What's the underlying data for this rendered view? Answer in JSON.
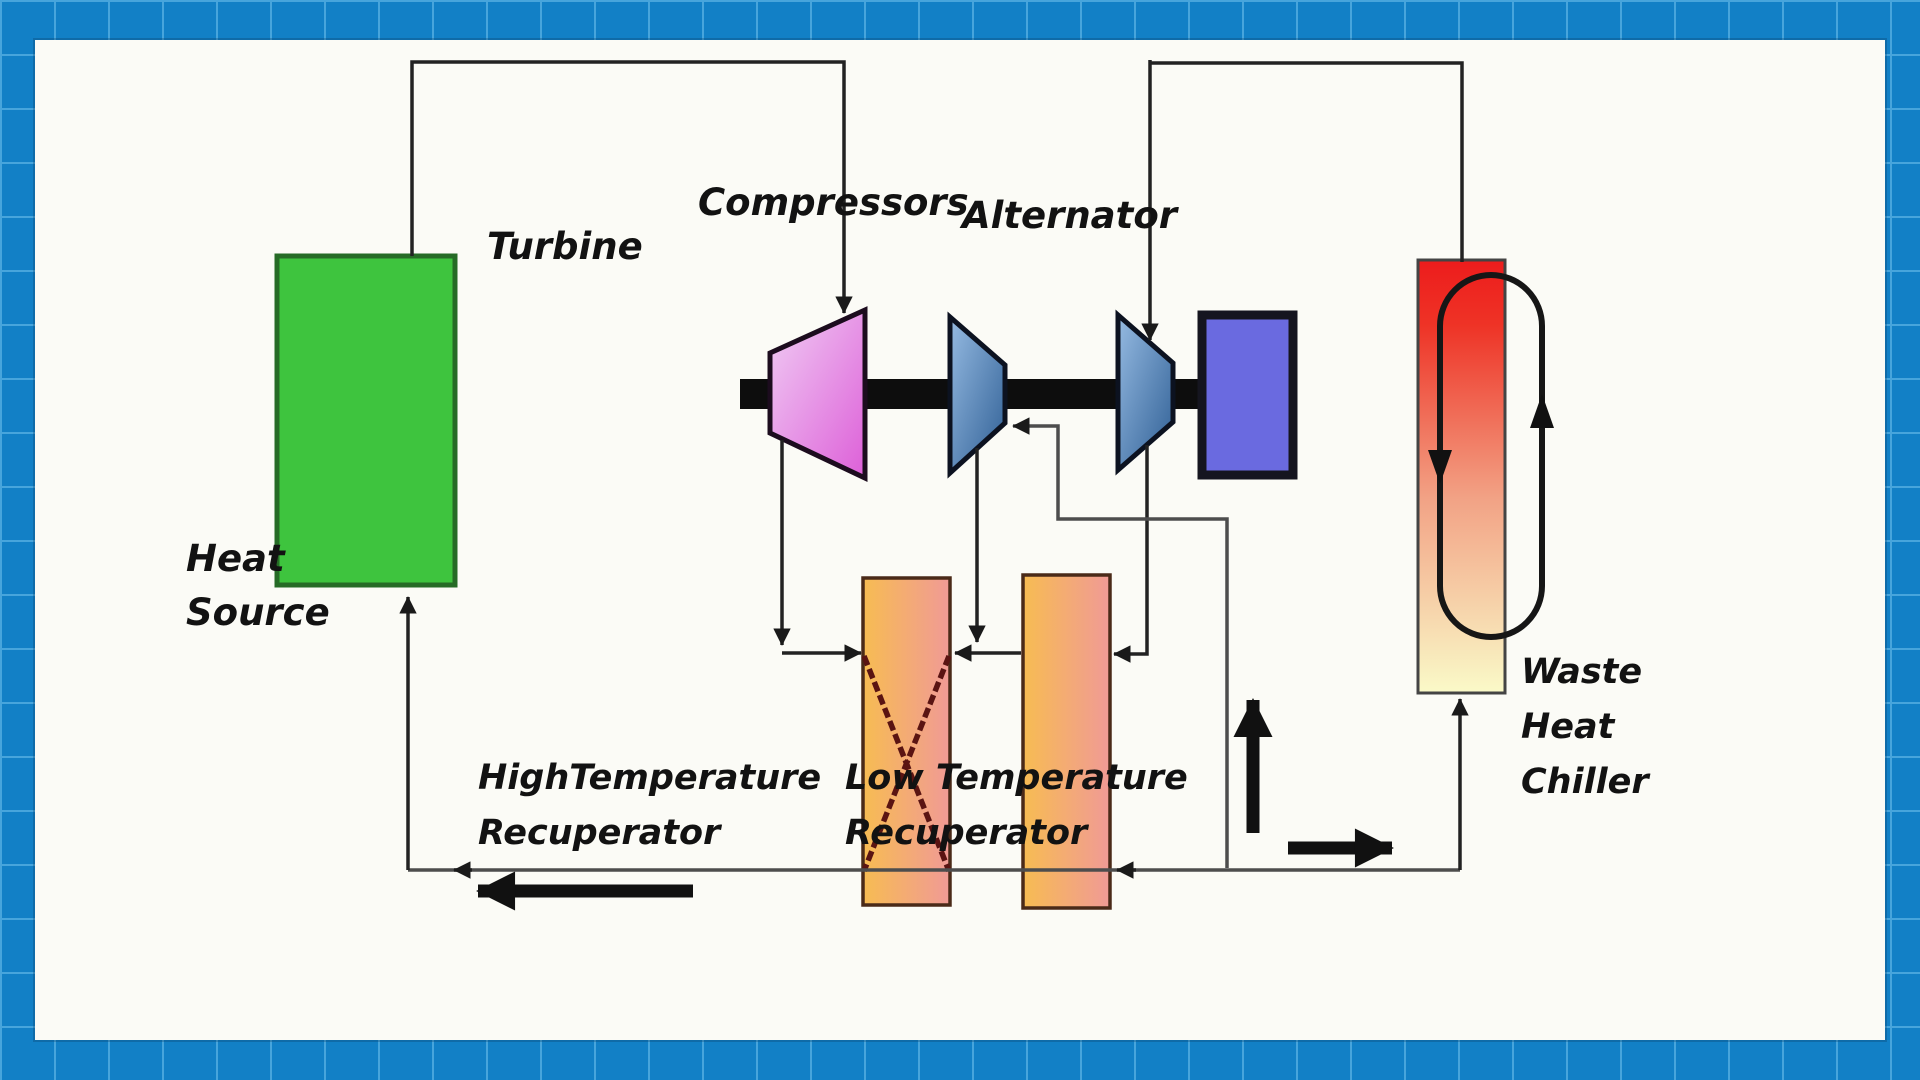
{
  "labels": {
    "turbine": "Turbine",
    "compressors": "Compressors",
    "alternator": "Alternator",
    "heat_source": {
      "line1": "Heat",
      "line2": "Source"
    },
    "high_temp_recuperator": {
      "line1": "HighTemperature",
      "line2": "Recuperator"
    },
    "low_temp_recuperator": {
      "line1": "Low Temperature",
      "line2": "Recuperator"
    },
    "waste_heat_chiller": {
      "line1": "Waste",
      "line2": "Heat",
      "line3": "Chiller"
    }
  },
  "colors": {
    "border_blue": "#1280c6",
    "grid_blue": "#47a5dc",
    "canvas": "#fbfbf6",
    "heat_source_fill": "#3ec43e",
    "heat_source_border": "#266b26",
    "turbine_light": "#f0cdf4",
    "turbine_dark": "#dd5fd8",
    "compressor_light": "#96bbe2",
    "compressor_dark": "#2e5e94",
    "alternator_fill": "#6a6ae0",
    "shaft_black": "#0d0d0d",
    "recuperator_left": "#f7bc52",
    "recuperator_right": "#f09a96",
    "recuperator_cross": "#5a1412",
    "chiller_top": "#ed1c1c",
    "chiller_bottom": "#fafac8",
    "pipe_dark": "#222222",
    "pipe_gray": "#4d4d4d",
    "text_color": "#121212"
  }
}
